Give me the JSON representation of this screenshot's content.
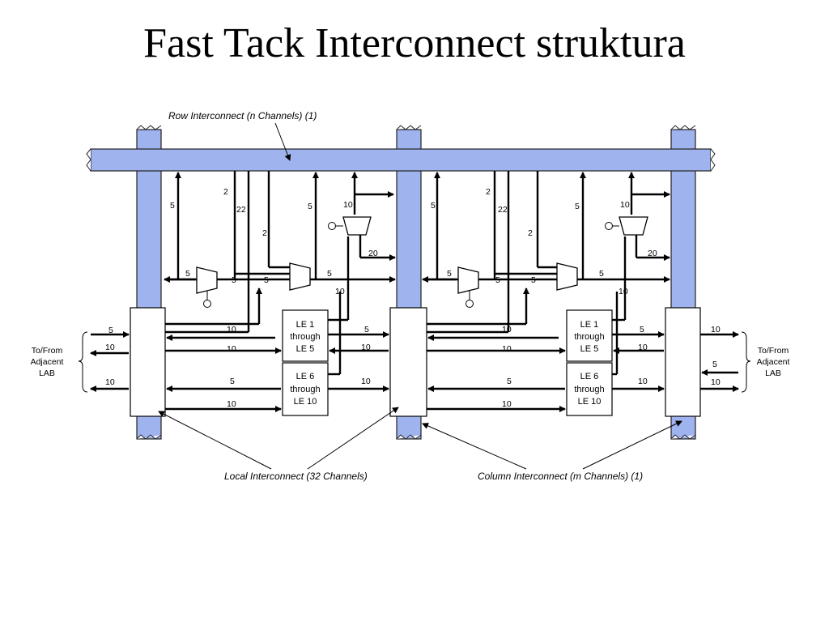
{
  "slide": {
    "title": "Fast Tack Interconnect struktura"
  },
  "diagram": {
    "callouts": {
      "row": "Row Interconnect (n Channels) (1)",
      "local": "Local Interconnect (32 Channels)",
      "column": "Column Interconnect (m Channels) (1)"
    },
    "side_left": [
      "To/From",
      "Adjacent",
      "LAB"
    ],
    "side_right": [
      "To/From",
      "Adjacent",
      "LAB"
    ],
    "le_block_top": [
      "LE 1",
      "through",
      "LE 5"
    ],
    "le_block_bottom": [
      "LE 6",
      "through",
      "LE 10"
    ],
    "widths": {
      "w2": "2",
      "w5": "5",
      "w10": "10",
      "w20": "20",
      "w22": "22"
    }
  }
}
